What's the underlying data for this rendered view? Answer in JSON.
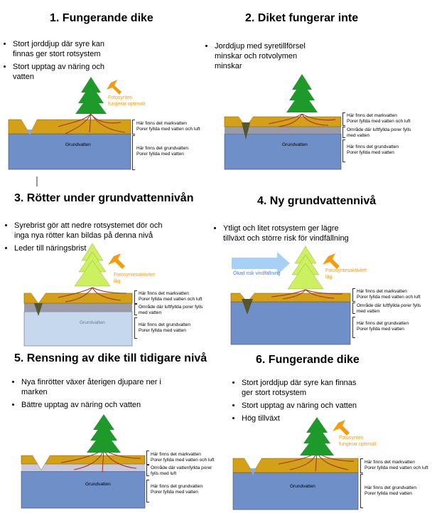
{
  "panels": [
    {
      "title": "1. Fungerande dike",
      "bullets": [
        "Stort jorddjup där syre kan finnas ger stort rotsystem",
        "Stort upptag av näring och vatten"
      ],
      "photo_label": [
        "Fotosyntes",
        "fungerar optimalt"
      ],
      "groundwater_label": "Grundvatten",
      "layer_labels": [
        [
          "Här finns det markvatten",
          "Porer fyllda med vatten och luft"
        ],
        [
          "Här finns det grundvatten",
          "Porer fyllda med vatten"
        ]
      ]
    },
    {
      "title": "2. Diket fungerar inte",
      "bullets": [
        "Jorddjup med syretillförsel minskar och rotvolymen minskar"
      ],
      "groundwater_label": "Grundvatten",
      "layer_labels": [
        [
          "Här finns det markvatten",
          "Porer fyllda med vatten och luft"
        ],
        [
          "Område där luftfyllda porer fylls",
          "med vatten"
        ],
        [
          "Här finns det grundvatten",
          "Porer fyllda med vatten"
        ]
      ]
    },
    {
      "title": "3. Rötter under grundvattennivån",
      "bullets": [
        "Syrebrist gör att nedre rotsystemet dör och inga nya rötter kan bildas på denna nivå",
        "Leder till näringsbrist"
      ],
      "photo_label": [
        "Fotosyntesaktivitet",
        "låg"
      ],
      "groundwater_label": "Grundvatten",
      "layer_labels": [
        [
          "Här finns det markvatten",
          "Porer fyllda med vatten och luft"
        ],
        [
          "Område där luftfyllda porer fylls",
          "med vatten"
        ],
        [
          "Här finns det grundvatten",
          "Porer fyllda med vatten"
        ]
      ]
    },
    {
      "title": "4. Ny grundvattennivå",
      "bullets": [
        "Ytligt och litet rotsystem ger lägre tillväxt och större risk för vindfällning"
      ],
      "photo_label": [
        "Fotosyntesaktivitet",
        "låg"
      ],
      "wind_label": "Ökad risk vindfällning",
      "layer_labels": [
        [
          "Här finns det markvatten",
          "Porer fyllda med vatten och luft"
        ],
        [
          "Område där luftfyllda porer fylls",
          "med vatten"
        ],
        [
          "Här finns det grundvatten",
          "Porer fyllda med vatten"
        ]
      ]
    },
    {
      "title": "5. Rensning av dike till tidigare nivå",
      "bullets": [
        "Nya finrötter växer återigen djupare ner i marken",
        "Bättre upptag av näring och vatten"
      ],
      "groundwater_label": "Grundvatten",
      "layer_labels": [
        [
          "Här finns det markvatten",
          "Porer fyllda med vatten och luft"
        ],
        [
          "Område där vattenfyllda porer",
          "fylls med luft"
        ],
        [
          "Här finns det grundvatten",
          "Porer fyllda med vatten"
        ]
      ]
    },
    {
      "title": "6. Fungerande dike",
      "bullets": [
        "Stort jorddjup där syre kan finnas ger stort rotsystem",
        "Stort upptag av näring och vatten",
        "Hög tillväxt"
      ],
      "photo_label": [
        "Fotosyntes",
        "fungerar optimalt"
      ],
      "groundwater_label": "Grundvatten",
      "layer_labels": [
        [
          "Här finns det markvatten",
          "Porer fyllda med vatten och luft"
        ],
        [
          "Här finns det grundvatten",
          "Porer fyllda med vatten"
        ]
      ]
    }
  ],
  "colors": {
    "soil": "#d4a017",
    "groundwater": "#6f8fc8",
    "groundwater_light": "#c5d8ee",
    "transition": "#9a9aa8",
    "tree_green": "#1e9a2a",
    "tree_light": "#ccf060",
    "arrow": "#f39c12",
    "roots": "#a0301a"
  }
}
